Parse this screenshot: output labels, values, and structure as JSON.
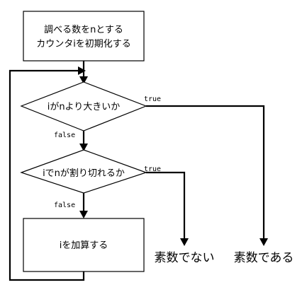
{
  "nodes": {
    "init": {
      "line1": "調べる数をnとする",
      "line2": "カウンタiを初期化する"
    },
    "decision_greater": {
      "label": "iがnより大きいか"
    },
    "decision_divisible": {
      "label": "iでnが割り切れるか"
    },
    "increment": {
      "label": "iを加算する"
    }
  },
  "edges": {
    "greater_true": "true",
    "greater_false": "false",
    "divisible_true": "true",
    "divisible_false": "false"
  },
  "terminals": {
    "not_prime": "素数でない",
    "prime": "素数である"
  }
}
